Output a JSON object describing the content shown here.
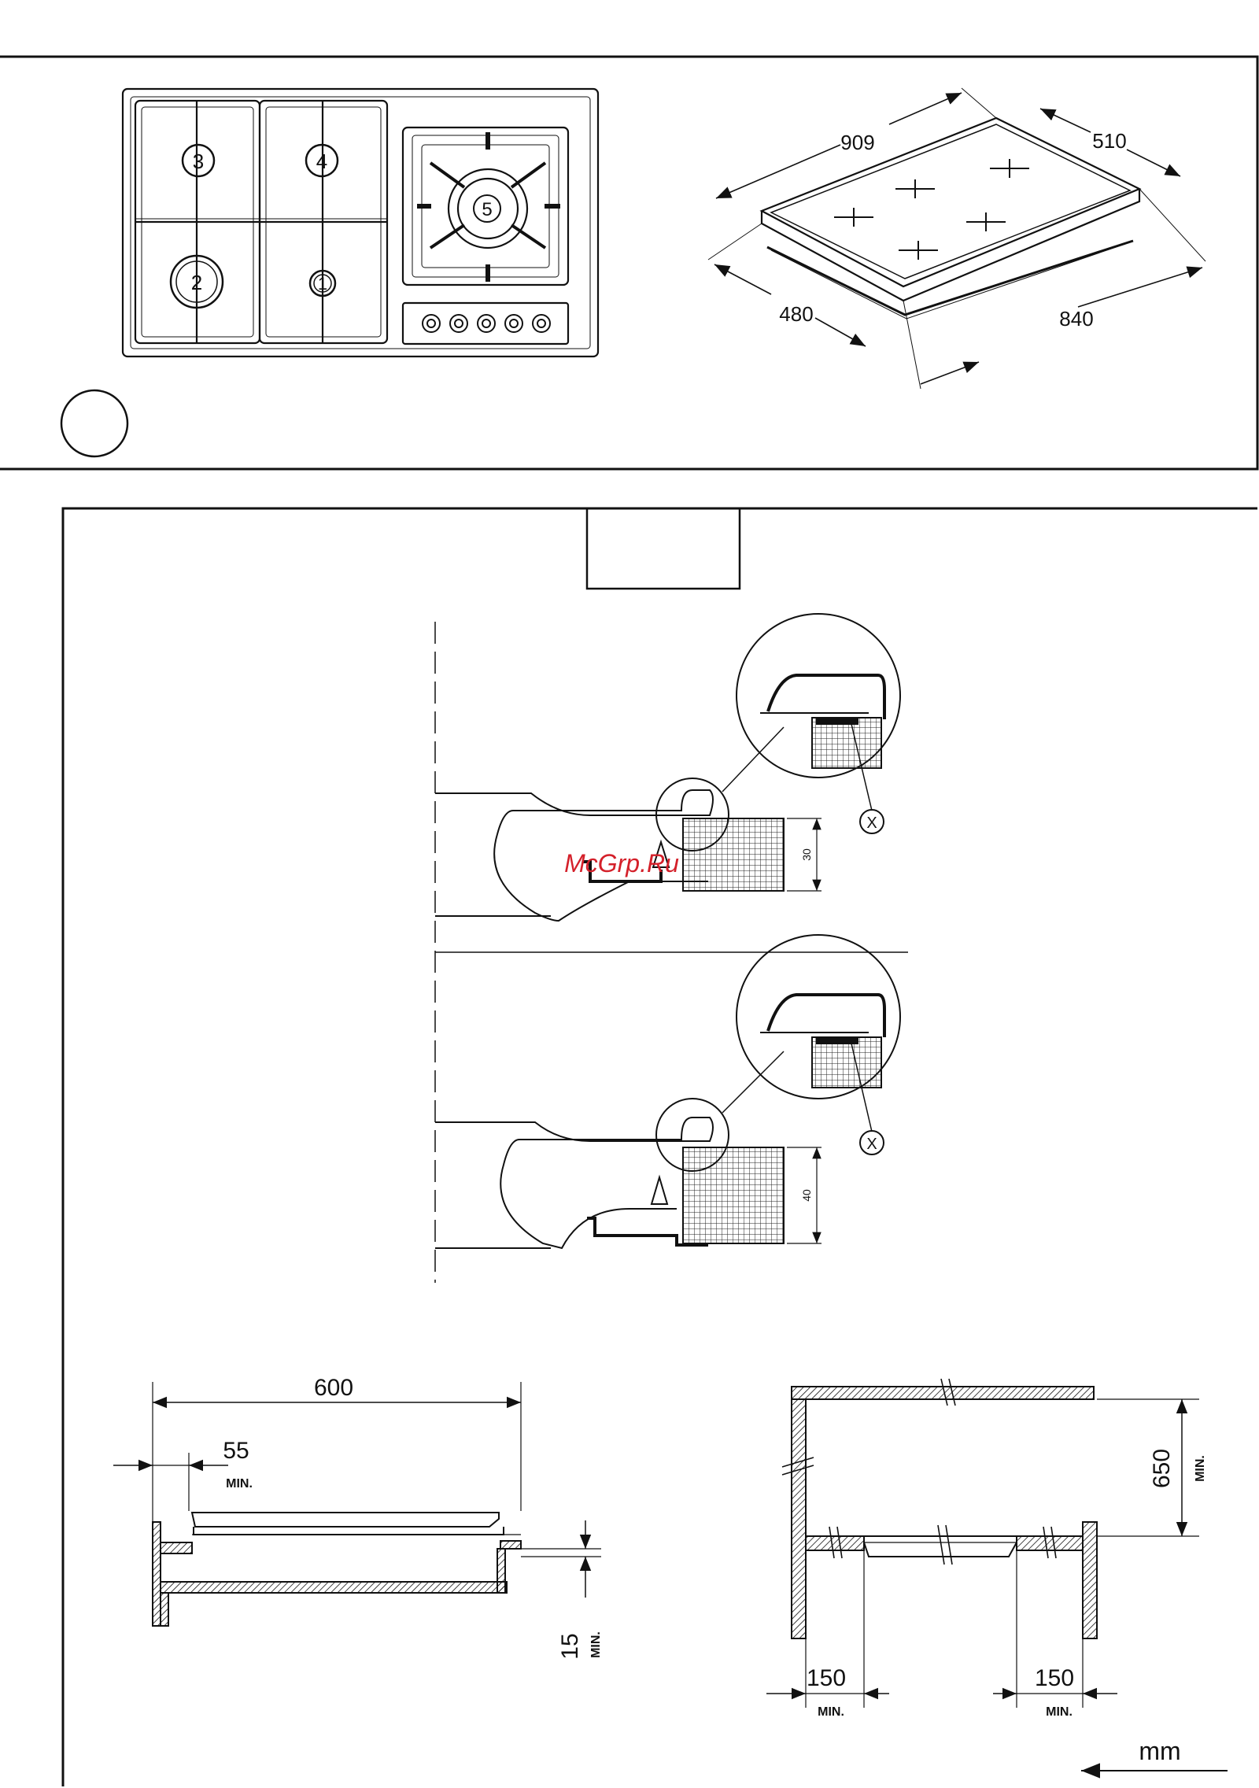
{
  "hob": {
    "burner_labels": [
      "3",
      "4",
      "2",
      "1",
      "5"
    ]
  },
  "hob_dimensions": {
    "width_top": "909",
    "depth_top": "510",
    "depth_cutout": "480",
    "width_cutout": "840"
  },
  "fixing_detail": {
    "callout_label": "X",
    "thickness_upper": "30",
    "thickness_lower": "40",
    "watermark": "McGrp.Ru"
  },
  "front_section": {
    "width": "600",
    "clearance_back": "55",
    "clearance_back_unit": "MIN.",
    "gap_below": "15",
    "gap_below_unit": "MIN."
  },
  "side_section": {
    "height_above": "650",
    "height_above_unit": "MIN.",
    "side_left": "150",
    "side_left_unit": "MIN.",
    "side_right": "150",
    "side_right_unit": "MIN."
  },
  "units_label": "mm"
}
